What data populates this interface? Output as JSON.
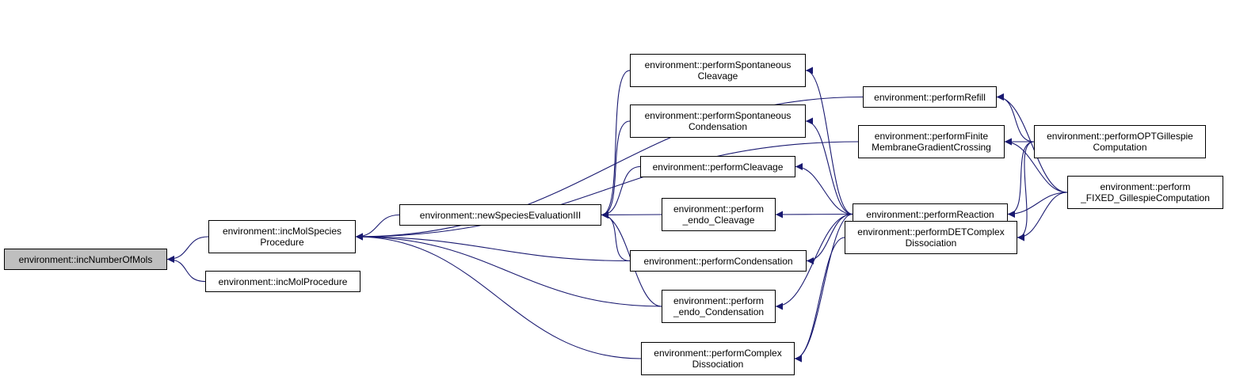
{
  "graph": {
    "title": "",
    "edge_color": "#191970",
    "highlight_fill": "#bfbfbf",
    "nodes": {
      "incNumberOfMols": {
        "lines": [
          "environment::incNumberOfMols"
        ],
        "current": true
      },
      "incMolSpeciesProcedure": {
        "lines": [
          "environment::incMolSpecies",
          "Procedure"
        ]
      },
      "incMolProcedure": {
        "lines": [
          "environment::incMolProcedure"
        ]
      },
      "newSpeciesEvaluationIII": {
        "lines": [
          "environment::newSpeciesEvaluationIII"
        ]
      },
      "spontCleavage": {
        "lines": [
          "environment::performSpontaneous",
          "Cleavage"
        ]
      },
      "spontCondensation": {
        "lines": [
          "environment::performSpontaneous",
          "Condensation"
        ]
      },
      "performCleavage": {
        "lines": [
          "environment::performCleavage"
        ]
      },
      "endoCleavage": {
        "lines": [
          "environment::perform",
          "_endo_Cleavage"
        ]
      },
      "performCondensation": {
        "lines": [
          "environment::performCondensation"
        ]
      },
      "endoCondensation": {
        "lines": [
          "environment::perform",
          "_endo_Condensation"
        ]
      },
      "complexDissociation": {
        "lines": [
          "environment::performComplex",
          "Dissociation"
        ]
      },
      "performRefill": {
        "lines": [
          "environment::performRefill"
        ]
      },
      "finiteMembrane": {
        "lines": [
          "environment::performFinite",
          "MembraneGradientCrossing"
        ]
      },
      "performReaction": {
        "lines": [
          "environment::performReaction"
        ]
      },
      "detComplex": {
        "lines": [
          "environment::performDETComplex",
          "Dissociation"
        ]
      },
      "optGillespie": {
        "lines": [
          "environment::performOPTGillespie",
          "Computation"
        ]
      },
      "fixedGillespie": {
        "lines": [
          "environment::perform",
          "_FIXED_GillespieComputation"
        ]
      }
    },
    "edges": [
      [
        "incMolSpeciesProcedure",
        "incNumberOfMols"
      ],
      [
        "incMolProcedure",
        "incNumberOfMols"
      ],
      [
        "newSpeciesEvaluationIII",
        "incMolSpeciesProcedure"
      ],
      [
        "performRefill",
        "incMolSpeciesProcedure"
      ],
      [
        "finiteMembrane",
        "incMolSpeciesProcedure"
      ],
      [
        "performCondensation",
        "incMolSpeciesProcedure"
      ],
      [
        "endoCondensation",
        "incMolSpeciesProcedure"
      ],
      [
        "complexDissociation",
        "incMolSpeciesProcedure"
      ],
      [
        "spontCleavage",
        "newSpeciesEvaluationIII"
      ],
      [
        "spontCondensation",
        "newSpeciesEvaluationIII"
      ],
      [
        "performCleavage",
        "newSpeciesEvaluationIII"
      ],
      [
        "endoCleavage",
        "newSpeciesEvaluationIII"
      ],
      [
        "performCondensation",
        "newSpeciesEvaluationIII"
      ],
      [
        "endoCondensation",
        "newSpeciesEvaluationIII"
      ],
      [
        "performReaction",
        "spontCleavage"
      ],
      [
        "performReaction",
        "spontCondensation"
      ],
      [
        "performReaction",
        "performCleavage"
      ],
      [
        "performReaction",
        "endoCleavage"
      ],
      [
        "performReaction",
        "performCondensation"
      ],
      [
        "performReaction",
        "endoCondensation"
      ],
      [
        "performReaction",
        "complexDissociation"
      ],
      [
        "detComplex",
        "complexDissociation"
      ],
      [
        "optGillespie",
        "performRefill"
      ],
      [
        "fixedGillespie",
        "performRefill"
      ],
      [
        "optGillespie",
        "finiteMembrane"
      ],
      [
        "fixedGillespie",
        "finiteMembrane"
      ],
      [
        "optGillespie",
        "performReaction"
      ],
      [
        "fixedGillespie",
        "performReaction"
      ],
      [
        "optGillespie",
        "detComplex"
      ],
      [
        "fixedGillespie",
        "detComplex"
      ]
    ]
  }
}
